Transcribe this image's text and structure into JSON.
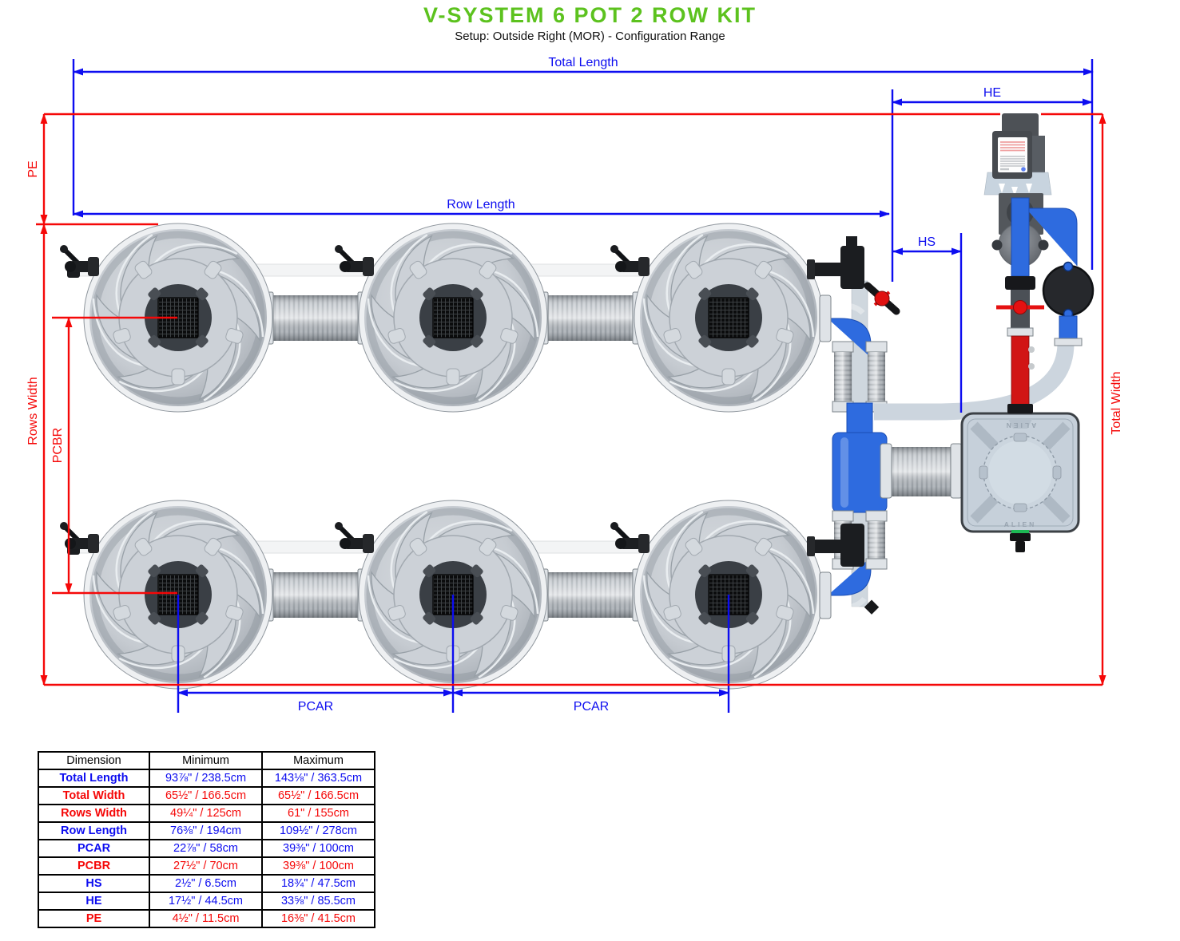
{
  "header": {
    "title": "V-SYSTEM 6 POT 2 ROW KIT",
    "subtitle": "Setup: Outside Right (MOR) - Configuration Range"
  },
  "colors": {
    "title_green": "#5cc21e",
    "dim_blue": "#0d0df0",
    "dim_red": "#f50808"
  },
  "diagram": {
    "labels": {
      "total_length": "Total Length",
      "he": "HE",
      "row_length": "Row Length",
      "hs": "HS",
      "pe": "PE",
      "rows_width": "Rows Width",
      "pcbr": "PCBR",
      "pcar": "PCAR",
      "total_width": "Total Width"
    },
    "tank_brand": "ALIEN"
  },
  "table": {
    "headers": [
      "Dimension",
      "Minimum",
      "Maximum"
    ],
    "rows": [
      {
        "label": "Total Length",
        "color": "blue",
        "min": "93⅞\" / 238.5cm",
        "max": "143⅛\" / 363.5cm"
      },
      {
        "label": "Total Width",
        "color": "red",
        "min": "65½\" / 166.5cm",
        "max": "65½\" / 166.5cm"
      },
      {
        "label": "Rows Width",
        "color": "red",
        "min": "49¼\" / 125cm",
        "max": "61\" / 155cm"
      },
      {
        "label": "Row Length",
        "color": "blue",
        "min": "76⅜\" / 194cm",
        "max": "109½\" / 278cm"
      },
      {
        "label": "PCAR",
        "color": "blue",
        "min": "22⅞\" / 58cm",
        "max": "39⅜\" / 100cm"
      },
      {
        "label": "PCBR",
        "color": "red",
        "min": "27½\" / 70cm",
        "max": "39⅜\" / 100cm"
      },
      {
        "label": "HS",
        "color": "blue",
        "min": "2½\" / 6.5cm",
        "max": "18¾\" / 47.5cm"
      },
      {
        "label": "HE",
        "color": "blue",
        "min": "17½\" / 44.5cm",
        "max": "33⅝\" / 85.5cm"
      },
      {
        "label": "PE",
        "color": "red",
        "min": "4½\" / 11.5cm",
        "max": "16⅜\" / 41.5cm"
      }
    ]
  }
}
